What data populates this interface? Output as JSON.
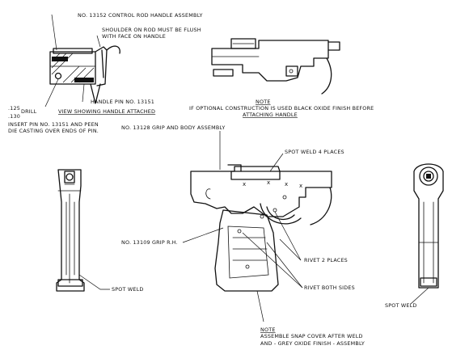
{
  "labels": {
    "control_rod_handle": "NO. 13152 CONTROL ROD HANDLE ASSEMBLY",
    "shoulder_line1": "SHOULDER ON ROD MUST BE FLUSH",
    "shoulder_line2": "WITH FACE ON HANDLE",
    "handle_pin": "HANDLE PIN NO. 13151",
    "drill_size_top": ".125",
    "drill_label": "DRILL",
    "drill_size_bottom": ".130",
    "view_caption": "VIEW SHOWING HANDLE ATTACHED",
    "insert_pin_line1": "INSERT PIN NO. 13151 AND PEEN",
    "insert_pin_line2": "DIE CASTING OVER ENDS OF PIN.",
    "note1_title": "NOTE",
    "note1_line1": "IF OPTIONAL CONSTRUCTION IS USED BLACK OXIDE FINISH BEFORE",
    "note1_line2": "ATTACHING HANDLE",
    "grip_body_assembly": "NO. 13128 GRIP AND BODY ASSEMBLY",
    "spot_weld_4": "SPOT WELD 4 PLACES",
    "grip_rh": "NO. 13109 GRIP R.H.",
    "rivet_2": "RIVET 2 PLACES",
    "rivet_both": "RIVET BOTH SIDES",
    "spot_weld_left": "SPOT WELD",
    "spot_weld_right": "SPOT WELD",
    "note2_title": "NOTE",
    "note2_line1": "ASSEMBLE SNAP COVER AFTER WELD",
    "note2_line2": "AND - GREY OXIDE FINISH - ASSEMBLY"
  },
  "colors": {
    "ink": "#111111",
    "paper": "#ffffff"
  }
}
